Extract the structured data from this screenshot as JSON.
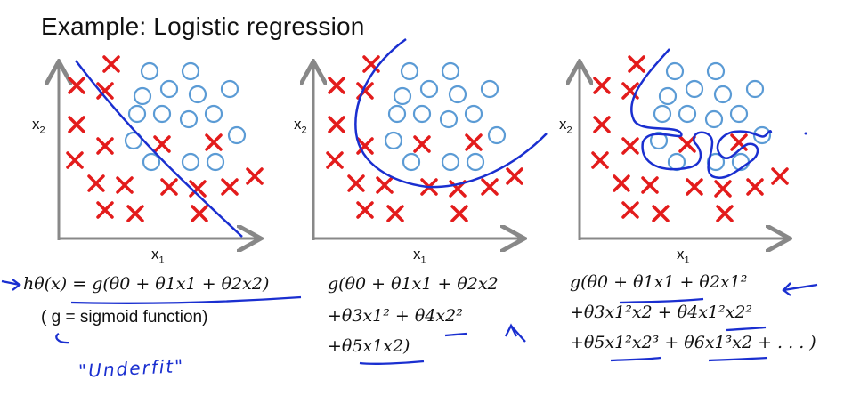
{
  "title": "Example: Logistic regression",
  "plots": [
    {
      "ylabel": "x",
      "ylabel_sub": "2",
      "xlabel": "x",
      "xlabel_sub": "1"
    },
    {
      "ylabel": "x",
      "ylabel_sub": "2",
      "xlabel": "x",
      "xlabel_sub": "1"
    },
    {
      "ylabel": "x",
      "ylabel_sub": "2",
      "xlabel": "x",
      "xlabel_sub": "1"
    }
  ],
  "formulas": {
    "left_line1": "hθ(x) = g(θ0 + θ1x1 + θ2x2)",
    "left_line2": "( g = sigmoid function)",
    "middle_line1": "g(θ0 + θ1x1 + θ2x2",
    "middle_line2": "+θ3x1² + θ4x2²",
    "middle_line3": "+θ5x1x2)",
    "right_line1": "g(θ0 + θ1x1 + θ2x1²",
    "right_line2": "+θ3x1²x2 + θ4x1²x2²",
    "right_line3": "+θ5x1²x2³ + θ6x1³x2 + . . . )"
  },
  "annotation": "\"Underfit\"",
  "colors": {
    "cross": "#e31b1b",
    "circle": "#5b9bd5",
    "ink": "#1a2fd0",
    "axis": "#888888"
  }
}
